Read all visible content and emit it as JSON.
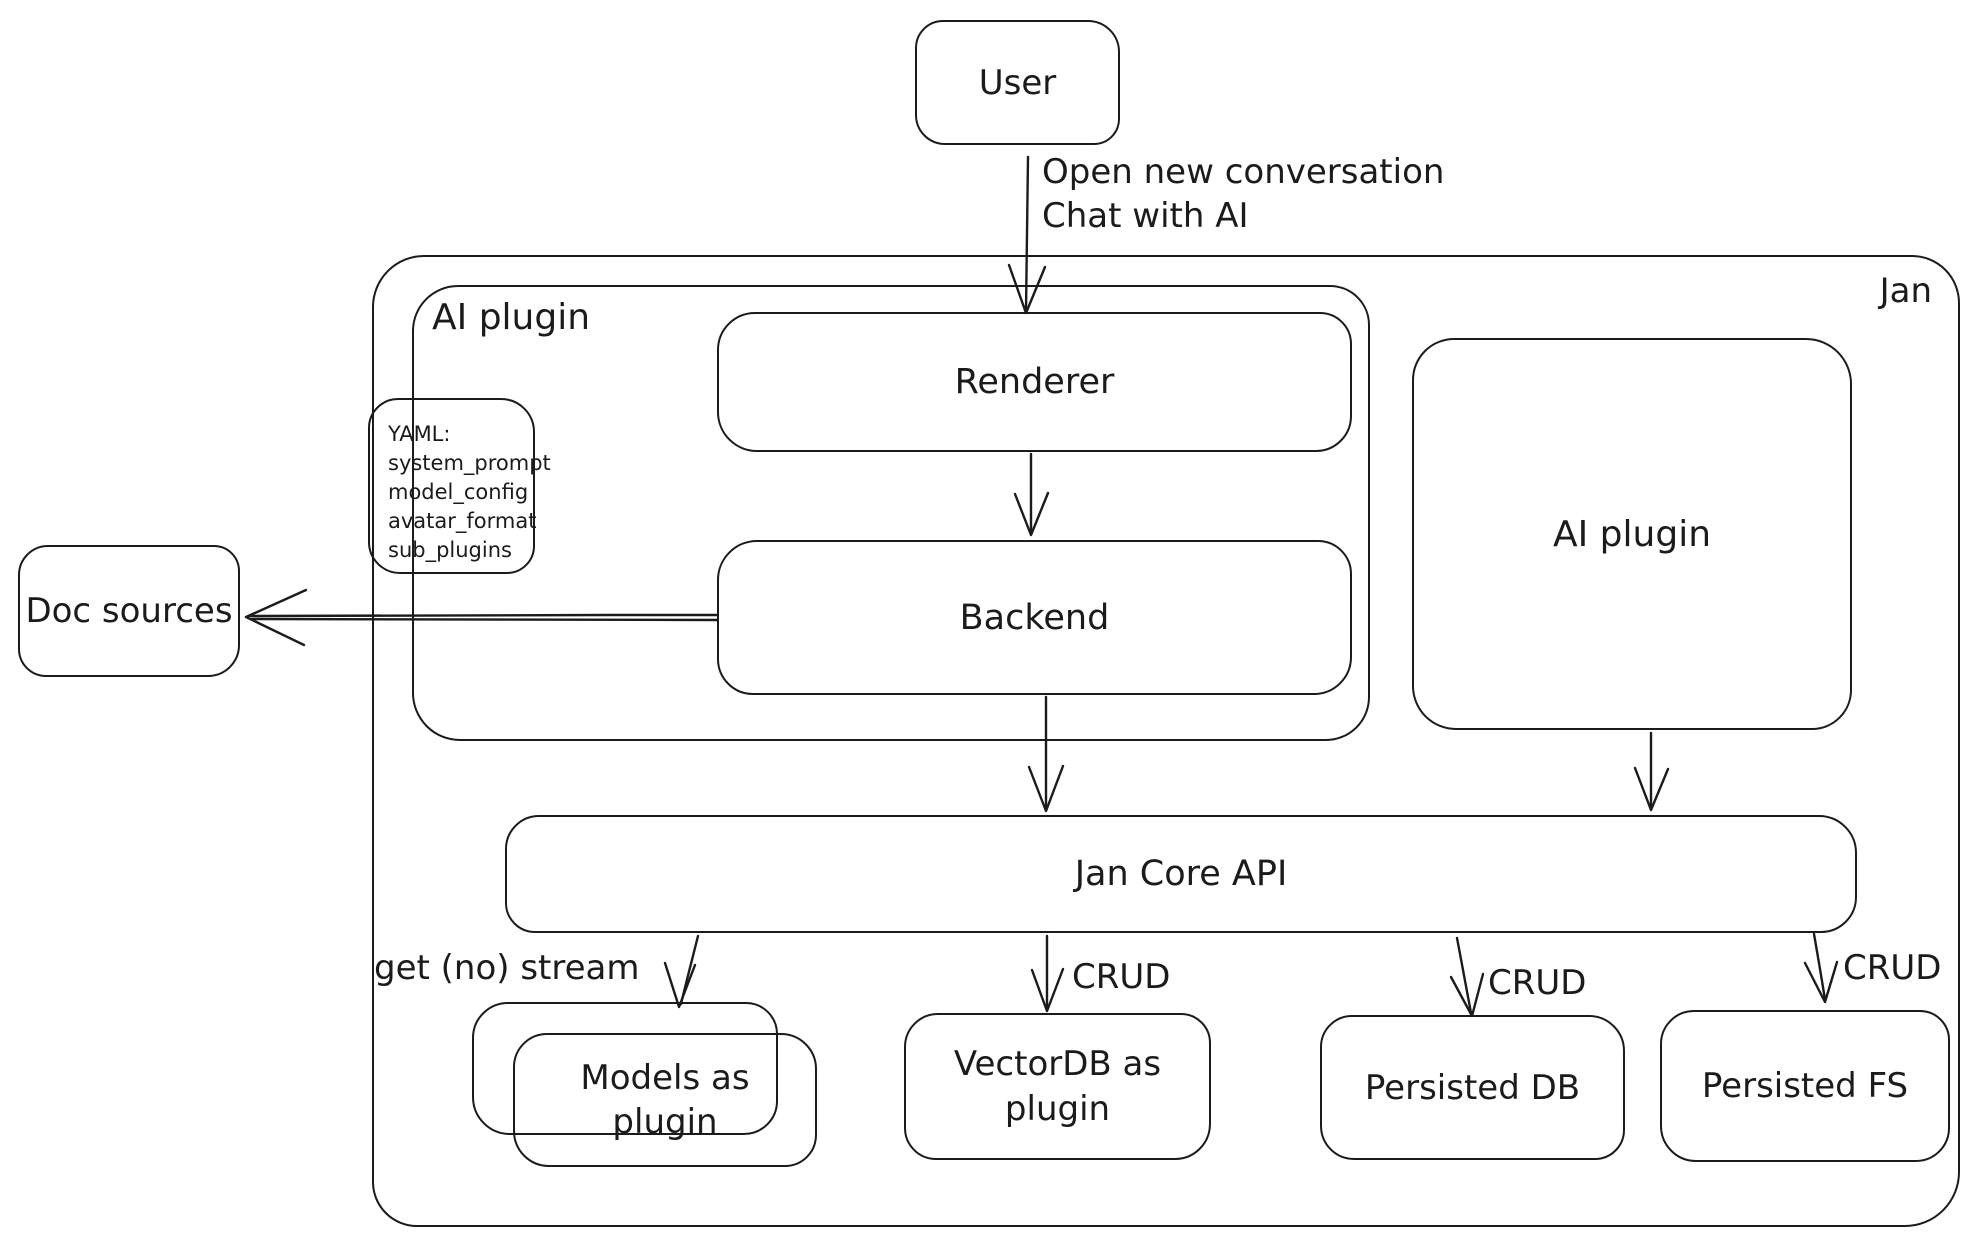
{
  "nodes": {
    "user": "User",
    "jan_container": "Jan",
    "ai_plugin_container": "AI plugin",
    "yaml_note_lines": [
      "YAML:",
      "system_prompt",
      "model_config",
      "avatar_format",
      "sub_plugins"
    ],
    "renderer": "Renderer",
    "backend": "Backend",
    "doc_sources": "Doc sources",
    "ai_plugin_node": "AI plugin",
    "jan_core_api": "Jan Core API",
    "models_plugin": "Models as plugin",
    "vectordb_plugin": "VectorDB as plugin",
    "persisted_db": "Persisted DB",
    "persisted_fs": "Persisted FS"
  },
  "edge_labels": {
    "user_flow_line1": "Open new conversation",
    "user_flow_line2": "Chat with AI",
    "get_stream": "get (no) stream",
    "crud_vectordb": "CRUD",
    "crud_persisted_db": "CRUD",
    "crud_persisted_fs": "CRUD"
  },
  "colors": {
    "stroke": "#1b1b1e",
    "background": "#ffffff"
  }
}
